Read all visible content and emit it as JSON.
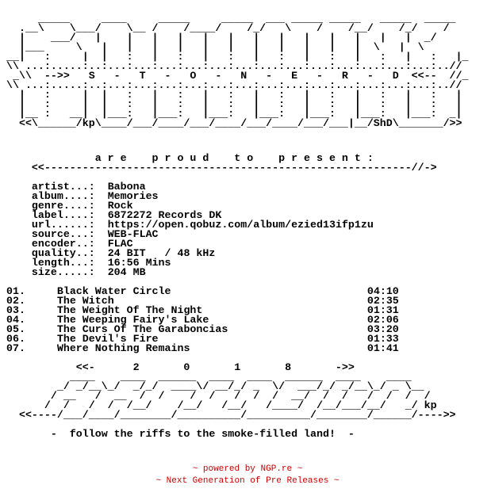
{
  "art_top": "     _____     ____     _____     _____  ___ _____ _____   _____  _____\n  .__\\    \\___/    \\__ /    /____/    /_/   \\    /    /__/    /_/    /\n  |    ___/   |    |   |   |   |   |   |   |   |   |   |   |   |  _/\n  |___     \\   |   |   |   |   |   |   |   |   |   |   |  \\   |  \\\n__|   :     |  |   :   |   :   |   :   |   :   |   :   |   :   |   :   |_\n\\\\ ...:.....:..:...:...:...:...:...:...:...:...:...:...:...:...:...:..//\n _\\\\  -->>   S   -   T   -   O   -   N   -   E   -   R   -   D  <<--  //_\n\\\\ ...:.....:..:...:...:...:...:...:...:...:...:...:...:...:...:...:..//\n  |   :     |  |   :   |   :   |   :   |   :   |   :   |   :   |   :   |\n  |   :     |  |   :   |   :   |   :   |   :   |   :   |   :   |   :   |\n  |__ :   __|  |___:   |___:   |___:   |___:   |___:   |___:   |___:  _|\n  <<\\______/kp\\____/___/____/___/____/___/____/___/___|__/ShD\\_______/>>",
  "presents": {
    "line": "              a r e    p r o u d    t o    p r e s e n t :",
    "rule": "    <<----------------------------------------------------------//->"
  },
  "release": {
    "fields": [
      {
        "key": "artist...:",
        "value": "Babona"
      },
      {
        "key": "album....:",
        "value": "Memories"
      },
      {
        "key": "genre....:",
        "value": "Rock"
      },
      {
        "key": "label....:",
        "value": "6872272 Records DK"
      },
      {
        "key": "url......:",
        "value": "https://open.qobuz.com/album/ezied13ifp1zu"
      },
      {
        "key": "source...:",
        "value": "WEB-FLAC"
      },
      {
        "key": "encoder..:",
        "value": "FLAC"
      },
      {
        "key": "quality..:",
        "value": "24 BIT   / 48 kHz"
      },
      {
        "key": "length...:",
        "value": "16:56 Mins"
      },
      {
        "key": "size.....:",
        "value": "204 MB"
      }
    ]
  },
  "tracklist": [
    {
      "num": "01.",
      "title": "Black Water Circle",
      "time": "04:10"
    },
    {
      "num": "02.",
      "title": "The Witch",
      "time": "02:35"
    },
    {
      "num": "03.",
      "title": "The Weight Of The Night",
      "time": "01:31"
    },
    {
      "num": "04.",
      "title": "The Weeping Fairy's Lake",
      "time": "02:06"
    },
    {
      "num": "05.",
      "title": "The Curs Of The Garaboncias",
      "time": "03:20"
    },
    {
      "num": "06.",
      "title": "The Devil's Fire",
      "time": "01:33"
    },
    {
      "num": "07.",
      "title": "Where Nothing Remains",
      "time": "01:41"
    }
  ],
  "art_bottom": "           <<-      2       0       1       8       ->>\n          ____    ____  ______  ____  ____  ______  ____    ____\n        _/ _/__\\_/  _/_/  ____\\/ __/_/ _  \\/  ___/_/ _/__\\_/ _ \\__\n       / __   /  __  /  /    /  /   /  /  /  __/  /  /   /  /  /  /\n      /  /   /  /  /__/    /__/   /__/   /____/  /__/___/__/   _/ kp\n  <<----/___/____/________/__________/__________/________/______/---->>",
  "tagline": "       -  follow the riffs to the smoke-filled land!  -",
  "footer": {
    "line1": "~ powered by NGP.re ~",
    "line2": "~ Next Generation of Pre Releases ~"
  }
}
